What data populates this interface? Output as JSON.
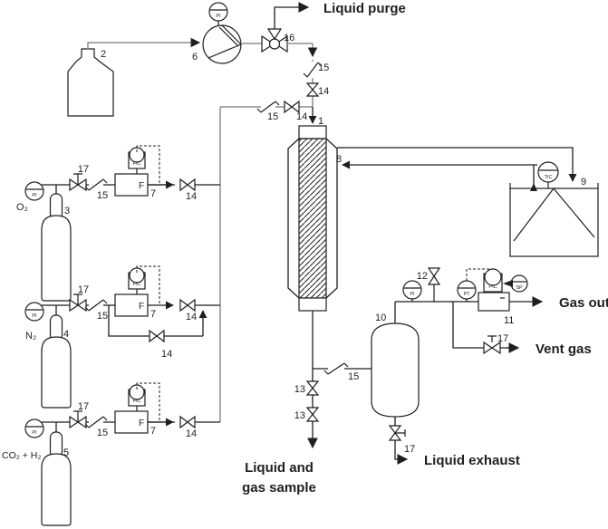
{
  "colors": {
    "line": "#1f1f1f",
    "gray_line": "#8d8d8d",
    "background": "#ffffff"
  },
  "top": {
    "bottle_tag": "2",
    "pump_tag": "6",
    "pump_gauge": "PI",
    "three_way_valve_tag": "16",
    "purge_label": "Liquid purge",
    "feed_check_tag": "15",
    "feed_valve_tag": "14"
  },
  "manifold": {
    "check_tag": "15",
    "valve_tag": "14"
  },
  "column": {
    "tag": "1",
    "jacket_out_tag": "8"
  },
  "bath": {
    "tag": "9",
    "tic": "TIC"
  },
  "rows": [
    {
      "gas": "O₂",
      "cylinder_tag": "3",
      "pi": "PI",
      "valve_tag": "17",
      "check_tag": "15",
      "fic": "FIC",
      "controller_letter": "F",
      "controller_tag": "7",
      "outlet_valve_tag": "14"
    },
    {
      "gas": "N₂",
      "cylinder_tag": "4",
      "pi": "PI",
      "valve_tag": "17",
      "check_tag": "15",
      "fic": "FIC",
      "controller_letter": "F",
      "controller_tag": "7",
      "outlet_valve_tag": "14",
      "bypass_valve_tag": "14"
    },
    {
      "gas": "CO₂ + H₂",
      "cylinder_tag": "5",
      "pi": "PI",
      "valve_tag": "17",
      "check_tag": "15",
      "fic": "FIC",
      "controller_letter": "F",
      "controller_tag": "7",
      "outlet_valve_tag": "14"
    }
  ],
  "separator": {
    "tag": "10",
    "inlet_check_tag": "15",
    "pi": "PI",
    "relief_valve_tag": "12",
    "pt": "PT",
    "pic": "PIC",
    "sp": "SP",
    "bpr_tag": "11",
    "gas_out_label": "Gas out",
    "vent_valve_tag": "17",
    "vent_label": "Vent gas",
    "drain_valve_tag": "17",
    "exhaust_label": "Liquid exhaust"
  },
  "sample": {
    "valve_a_tag": "13",
    "valve_b_tag": "13",
    "label_line1": "Liquid and",
    "label_line2": "gas sample"
  }
}
